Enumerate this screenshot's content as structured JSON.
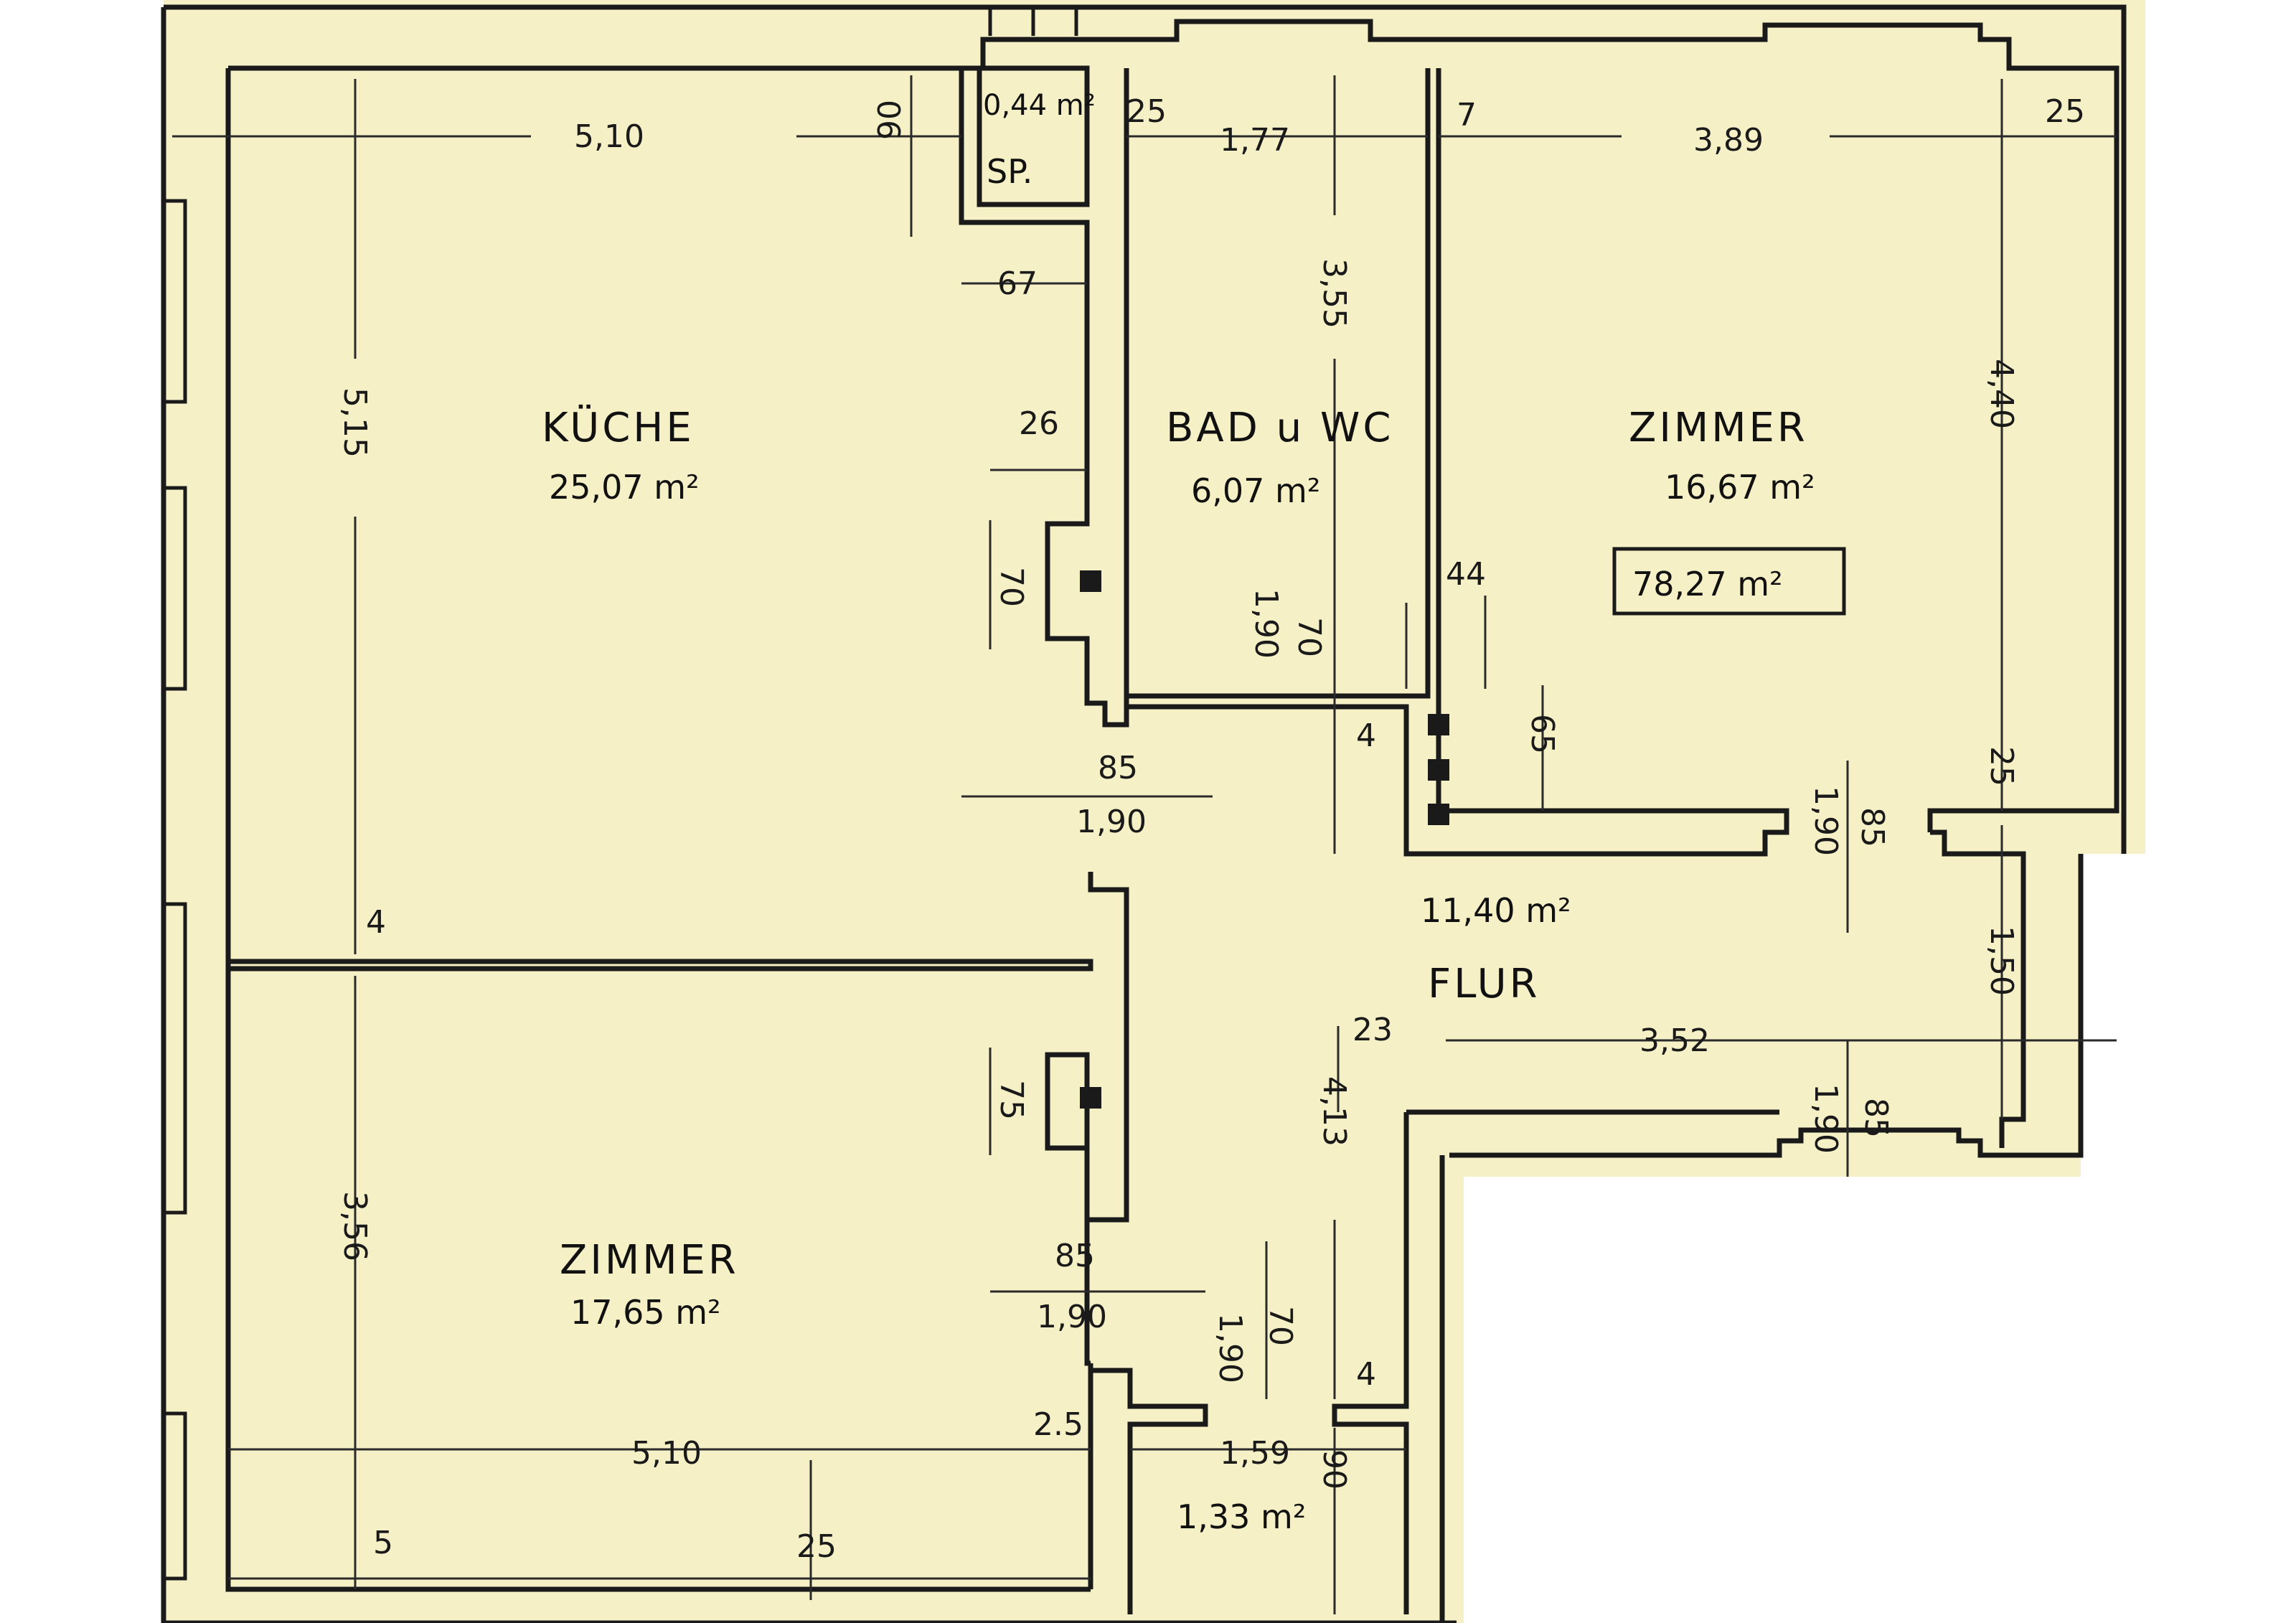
{
  "rooms": {
    "kueche": {
      "name": "KÜCHE",
      "area": "25,07 m²"
    },
    "bad": {
      "name": "BAD u WC",
      "area": "6,07 m²"
    },
    "zimmer1": {
      "name": "ZIMMER",
      "area": "16,67 m²"
    },
    "zimmer2": {
      "name": "ZIMMER",
      "area": "17,65 m²"
    },
    "flur": {
      "name": "FLUR",
      "area": "11,40 m²"
    },
    "speise": {
      "label": "SP.",
      "area": "0,44 m²"
    },
    "wc2": {
      "area": "1,33 m²"
    }
  },
  "total_area": "78,27 m²",
  "dimensions": {
    "kueche_width": "5,10",
    "kueche_depth": "5,15",
    "d_90_sp": "90",
    "d_67": "67",
    "d_26": "26",
    "d_70_k": "70",
    "bad_left": "25",
    "bad_width": "1,77",
    "bad_depth": "3,55",
    "d_190_bad": "1,90",
    "d_70_bad": "70",
    "d_7_top": "7",
    "z1_width": "3,89",
    "z1_right": "25",
    "z1_depth": "4,40",
    "d_44": "44",
    "d_65": "65",
    "d_4_mid": "4",
    "door_k_85": "85",
    "door_k_190": "1,90",
    "z1_door_190": "1,90",
    "z1_door_85": "85",
    "d_25_right": "25",
    "d_150": "1,50",
    "flur_23": "23",
    "flur_width": "3,52",
    "flur_413": "4,13",
    "ent_190": "1,90",
    "ent_85": "85",
    "d_4_left": "4",
    "d_75": "75",
    "z2_depth": "3,56",
    "door_z2_85": "85",
    "door_z2_190": "1,90",
    "d_190_wc": "1,90",
    "d_70_wc": "70",
    "d_4_wc": "4",
    "z2_25": "2.5",
    "z2_width": "5,10",
    "wc_width": "1,59",
    "wc_90": "90",
    "d_5_bottom": "5",
    "d_25_bottom": "25"
  }
}
